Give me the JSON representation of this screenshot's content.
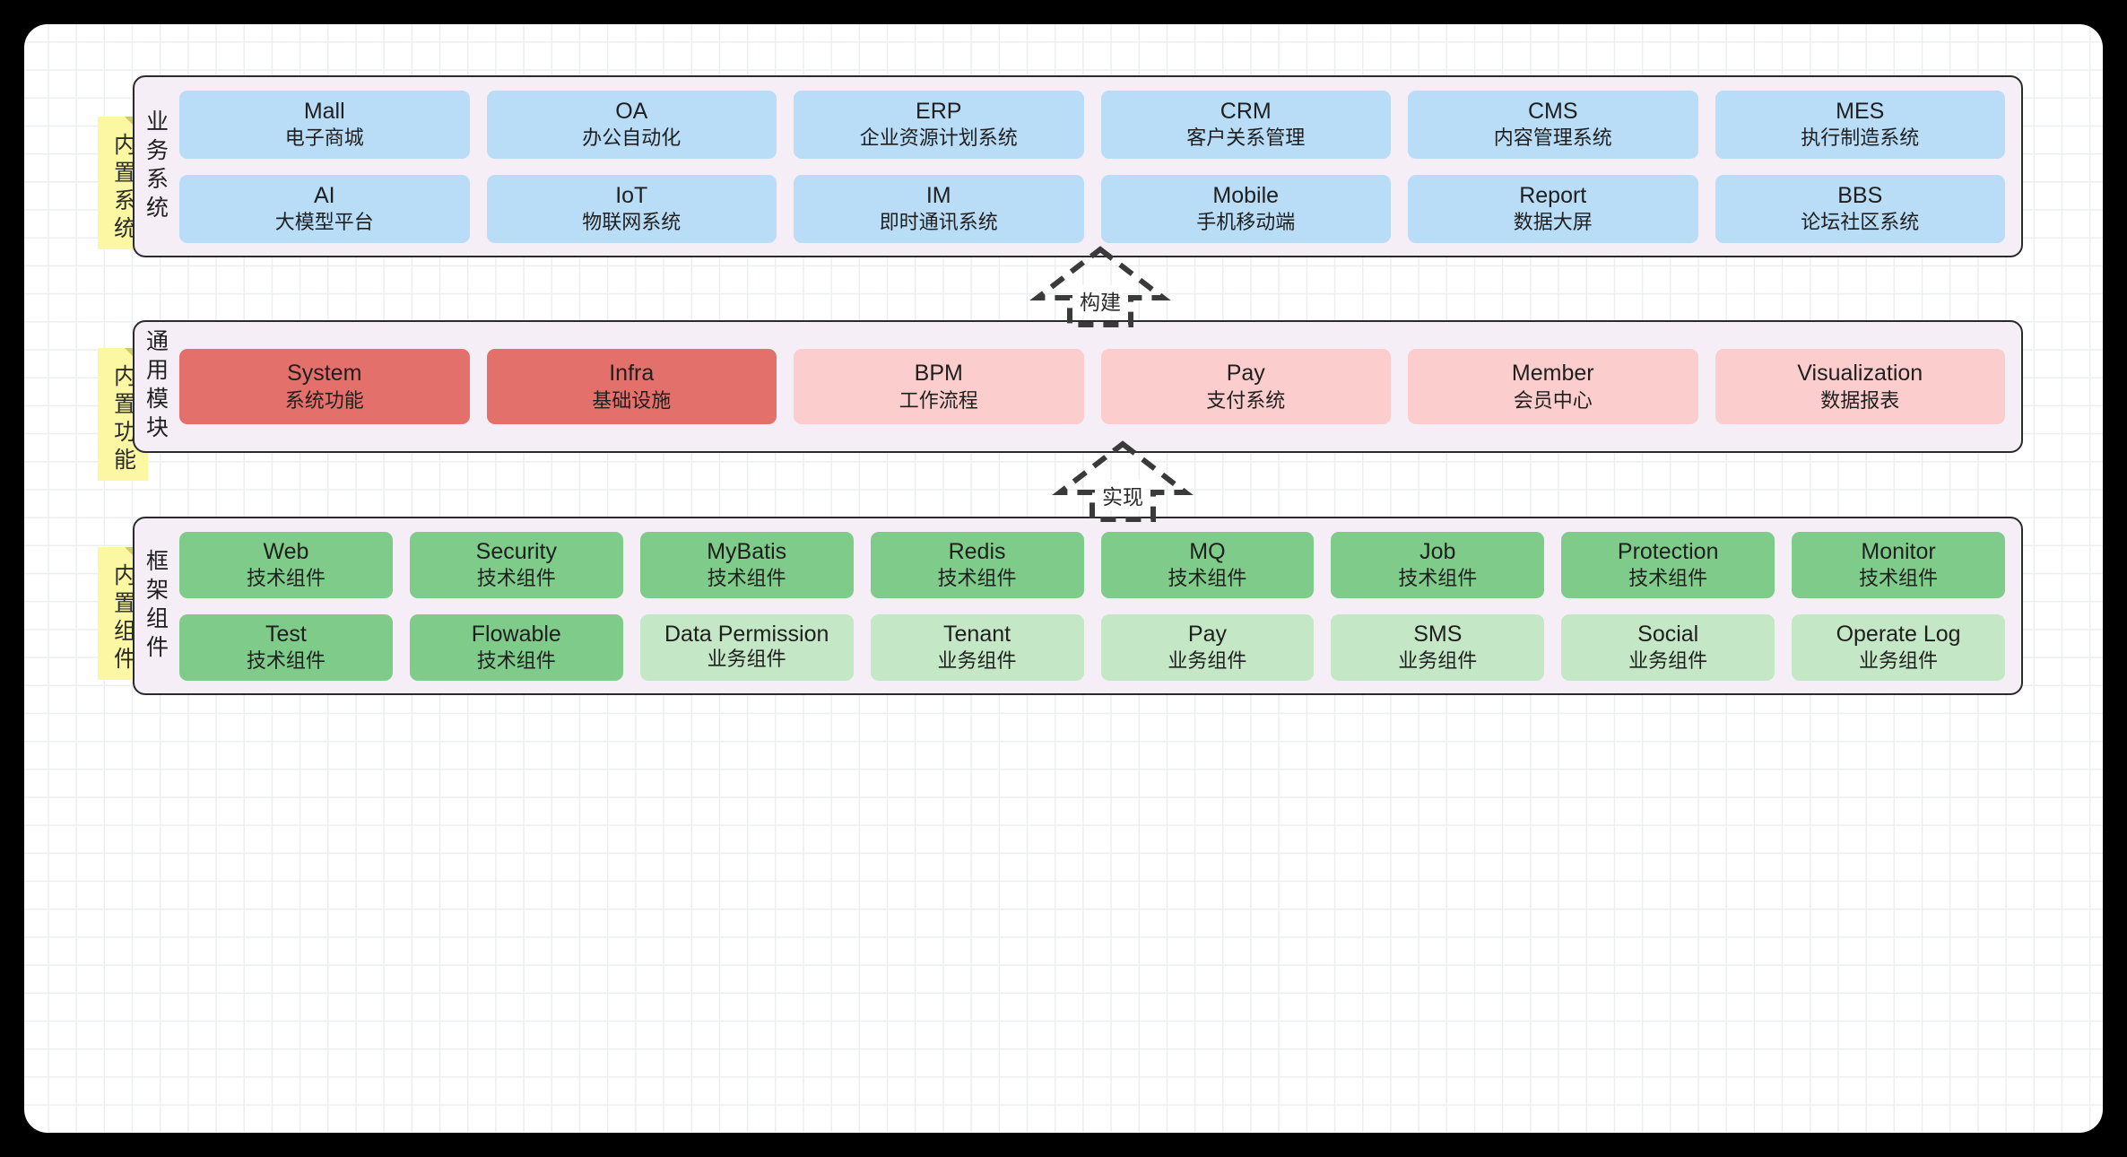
{
  "diagram": {
    "layers": [
      {
        "sticky_label": "内置系统",
        "title": "业务系统",
        "card_color": "#b9ddf7",
        "rows": [
          [
            {
              "name": "Mall",
              "desc": "电子商城"
            },
            {
              "name": "OA",
              "desc": "办公自动化"
            },
            {
              "name": "ERP",
              "desc": "企业资源计划系统"
            },
            {
              "name": "CRM",
              "desc": "客户关系管理"
            },
            {
              "name": "CMS",
              "desc": "内容管理系统"
            },
            {
              "name": "MES",
              "desc": "执行制造系统"
            }
          ],
          [
            {
              "name": "AI",
              "desc": "大模型平台"
            },
            {
              "name": "IoT",
              "desc": "物联网系统"
            },
            {
              "name": "IM",
              "desc": "即时通讯系统"
            },
            {
              "name": "Mobile",
              "desc": "手机移动端"
            },
            {
              "name": "Report",
              "desc": "数据大屏"
            },
            {
              "name": "BBS",
              "desc": "论坛社区系统"
            }
          ]
        ]
      },
      {
        "sticky_label": "内置功能",
        "title": "通用模块",
        "card_color": "#e4706c",
        "card_color_alt": "#fbcdcd",
        "rows": [
          [
            {
              "name": "System",
              "desc": "系统功能",
              "variant": "strong"
            },
            {
              "name": "Infra",
              "desc": "基础设施",
              "variant": "strong"
            },
            {
              "name": "BPM",
              "desc": "工作流程",
              "variant": "light"
            },
            {
              "name": "Pay",
              "desc": "支付系统",
              "variant": "light"
            },
            {
              "name": "Member",
              "desc": "会员中心",
              "variant": "light"
            },
            {
              "name": "Visualization",
              "desc": "数据报表",
              "variant": "light"
            }
          ]
        ]
      },
      {
        "sticky_label": "内置组件",
        "title": "框架组件",
        "card_color": "#7ecb8a",
        "card_color_alt": "#c4e7c6",
        "rows": [
          [
            {
              "name": "Web",
              "desc": "技术组件",
              "variant": "strong"
            },
            {
              "name": "Security",
              "desc": "技术组件",
              "variant": "strong"
            },
            {
              "name": "MyBatis",
              "desc": "技术组件",
              "variant": "strong"
            },
            {
              "name": "Redis",
              "desc": "技术组件",
              "variant": "strong"
            },
            {
              "name": "MQ",
              "desc": "技术组件",
              "variant": "strong"
            },
            {
              "name": "Job",
              "desc": "技术组件",
              "variant": "strong"
            },
            {
              "name": "Protection",
              "desc": "技术组件",
              "variant": "strong"
            },
            {
              "name": "Monitor",
              "desc": "技术组件",
              "variant": "strong"
            }
          ],
          [
            {
              "name": "Test",
              "desc": "技术组件",
              "variant": "strong"
            },
            {
              "name": "Flowable",
              "desc": "技术组件",
              "variant": "strong"
            },
            {
              "name": "Data Permission",
              "desc": "业务组件",
              "variant": "light"
            },
            {
              "name": "Tenant",
              "desc": "业务组件",
              "variant": "light"
            },
            {
              "name": "Pay",
              "desc": "业务组件",
              "variant": "light"
            },
            {
              "name": "SMS",
              "desc": "业务组件",
              "variant": "light"
            },
            {
              "name": "Social",
              "desc": "业务组件",
              "variant": "light"
            },
            {
              "name": "Operate Log",
              "desc": "业务组件",
              "variant": "light"
            }
          ]
        ]
      }
    ],
    "arrows": [
      {
        "label": "构建"
      },
      {
        "label": "实现"
      }
    ]
  }
}
